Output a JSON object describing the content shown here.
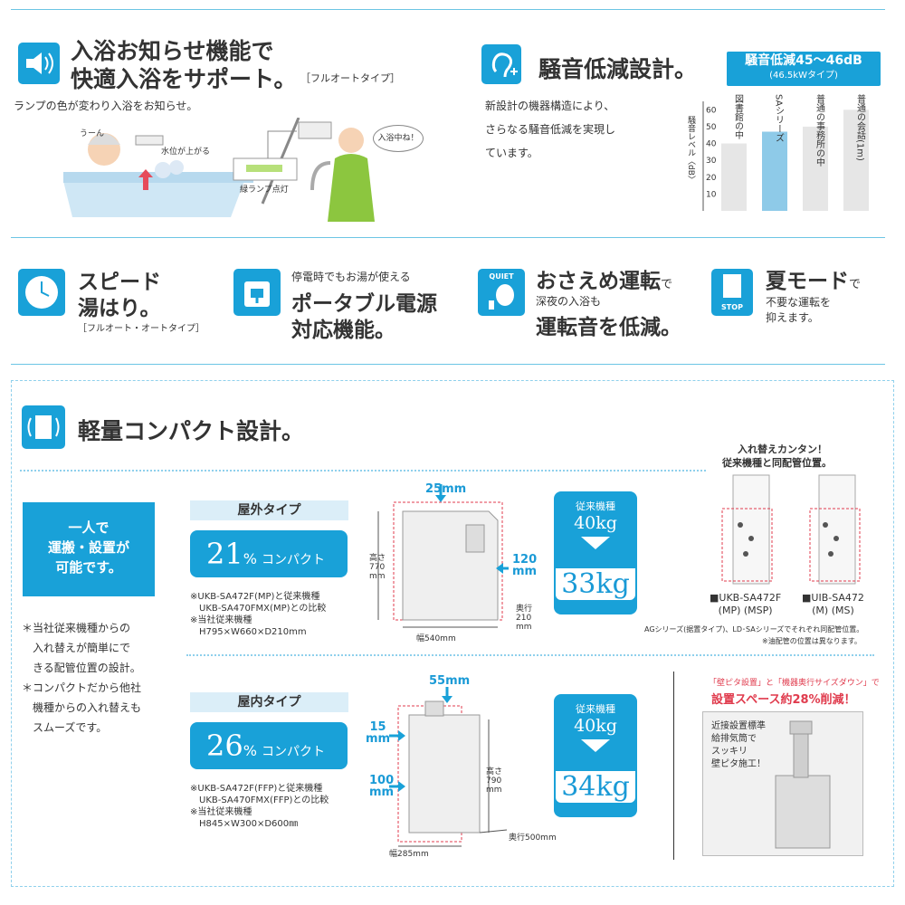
{
  "bath": {
    "title_line1": "入浴お知らせ機能で",
    "title_line2": "快適入浴をサポート。",
    "type_note": "［フルオートタイプ］",
    "desc": "ランプの色が変わり入浴をお知らせ。",
    "uun": "うーん",
    "water_up": "水位が上がる",
    "green_lamp": "緑ランプ点灯",
    "speech": "入浴中ね！"
  },
  "noise": {
    "title": "騒音低減設計。",
    "desc1": "新設計の機器構造により、",
    "desc2": "さらなる騒音低減を実現し",
    "desc3": "ています。",
    "badge_main": "騒音低減45〜46dB",
    "badge_sub": "(46.5kWタイプ)",
    "ylabel": "騒音レベル〈dB〉"
  },
  "chart_data": {
    "type": "bar",
    "categories": [
      "図書館の中",
      "SAシリーズ",
      "普通の事務所の中",
      "普通の会話(1m)"
    ],
    "values": [
      40,
      47,
      50,
      60
    ],
    "ylim": [
      0,
      65
    ],
    "yticks": [
      "60",
      "50",
      "40",
      "30",
      "20",
      "10"
    ],
    "ylabel": "騒音レベル〈dB〉",
    "colors": [
      "#e6e6e6",
      "#8ecae8",
      "#e6e6e6",
      "#e6e6e6"
    ]
  },
  "features": {
    "speed_line1": "スピード",
    "speed_line2": "湯はり。",
    "speed_note": "［フルオート・オートタイプ］",
    "outage_small": "停電時でもお湯が使える",
    "outage_line1": "ポータブル電源",
    "outage_line2": "対応機能。",
    "quiet_icon": "QUIET",
    "quiet_big": "おさえめ運転",
    "quiet_de": "で",
    "quiet_small": "深夜の入浴も",
    "quiet_line2": "運転音を低減。",
    "summer_big": "夏モード",
    "summer_de": "で",
    "summer_small1": "不要な運転を",
    "summer_small2": "抑えます。",
    "stop_icon": "STOP"
  },
  "compact": {
    "title": "軽量コンパクト設計。",
    "carry": [
      "一人で",
      "運搬・設置が",
      "可能です。"
    ],
    "notes": [
      "＊当社従来機種からの",
      "　入れ替えが簡単にで",
      "　きる配管位置の設計。",
      "＊コンパクトだから他社",
      "　機種からの入れ替えも",
      "　スムーズです。"
    ],
    "outdoor": {
      "label": "屋外タイプ",
      "pct": "21",
      "pct_unit": "%",
      "compact_word": "コンパクト",
      "note1": "※UKB-SA472F(MP)と従来機種",
      "note2": "　UKB-SA470FMX(MP)との比較",
      "note3": "※当社従来機種",
      "note4": "　H795×W660×D210mm",
      "dim_top": "25mm",
      "dim_right1": "120",
      "dim_right2": "mm",
      "height": [
        "高さ",
        "770",
        "mm"
      ],
      "depth": [
        "奥行",
        "210",
        "mm"
      ],
      "width": "幅540mm",
      "old_label": "従来機種",
      "old_weight": "40kg",
      "new_weight": "33kg"
    },
    "indoor": {
      "label": "屋内タイプ",
      "pct": "26",
      "pct_unit": "%",
      "compact_word": "コンパクト",
      "note1": "※UKB-SA472F(FFP)と従来機種",
      "note2": "　UKB-SA470FMX(FFP)との比較",
      "note3": "※当社従来機種",
      "note4": "　H845×W300×D600㎜",
      "dim_top": "55mm",
      "dim_left1": [
        "15",
        "mm"
      ],
      "dim_left2": [
        "100",
        "mm"
      ],
      "height": [
        "高さ",
        "790",
        "mm"
      ],
      "depth": "奥行500mm",
      "width": "幅285mm",
      "old_label": "従来機種",
      "old_weight": "40kg",
      "new_weight": "34kg"
    },
    "replace": {
      "head1": "入れ替えカンタン！",
      "head2": "従来機種と同配管位置。",
      "model1": "■UKB-SA472F",
      "model1_sub": "(MP) (MSP)",
      "model2": "■UIB-SA472",
      "model2_sub": "(M) (MS)",
      "note1": "AGシリーズ(据置タイプ)、LD･SAシリーズでそれぞれ同配管位置。",
      "note2": "※油配管の位置は異なります。"
    },
    "space": {
      "line1": "「壁ピタ設置」と「機器奥行サイズダウン」で",
      "line2": "設置スペース約28%削減！",
      "photo1": "近接設置標準",
      "photo2": "給排気筒で",
      "photo3": "スッキリ",
      "photo4": "壁ピタ施工！"
    }
  }
}
